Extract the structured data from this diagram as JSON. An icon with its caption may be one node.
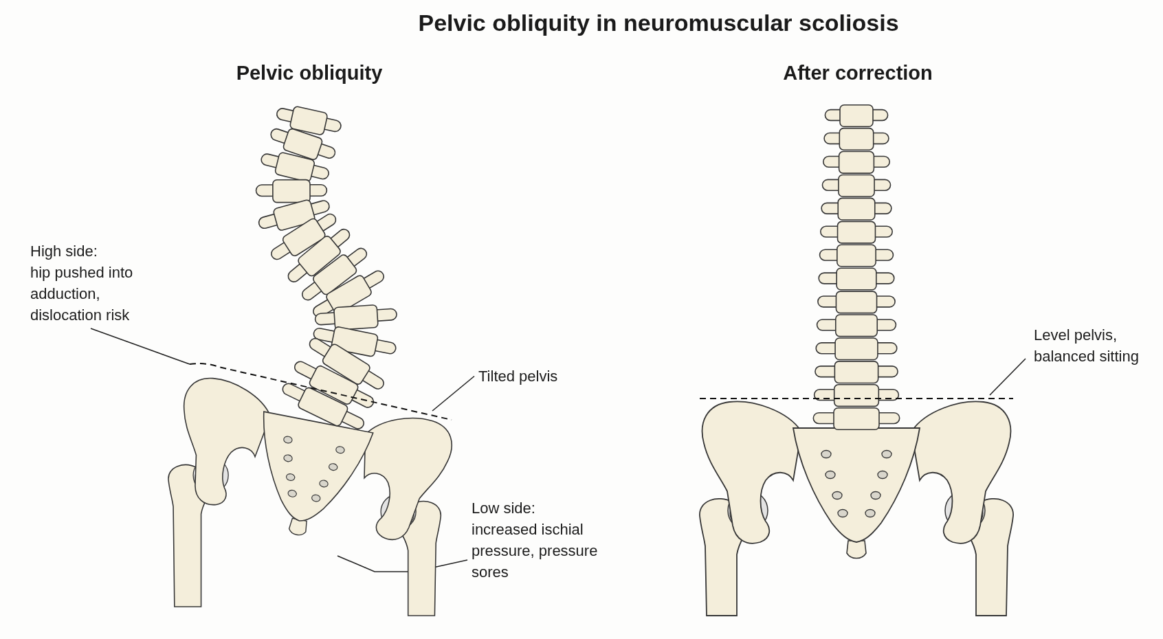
{
  "diagram": {
    "title": "Pelvic obliquity in neuromuscular scoliosis",
    "nodes": [
      {
        "text": [
          "High side:",
          "hip pushed into adduction, dislocation risk"
        ]
      },
      {
        "text": [
          "Tilted pelvis"
        ]
      },
      {
        "text": [
          "Low side:",
          "increased ischial pressure, pressure sores"
        ]
      },
      {
        "text": [
          "Level pelvis, balanced sitting"
        ]
      }
    ],
    "edges": [
      {
        "from": 0,
        "to": null,
        "arrow": "none"
      },
      {
        "from": 1,
        "to": null,
        "arrow": "none"
      },
      {
        "from": 2,
        "to": null,
        "arrow": "none"
      },
      {
        "from": 3,
        "to": null,
        "arrow": "none"
      }
    ],
    "labels": [
      "Pelvic obliquity",
      "After correction"
    ]
  }
}
